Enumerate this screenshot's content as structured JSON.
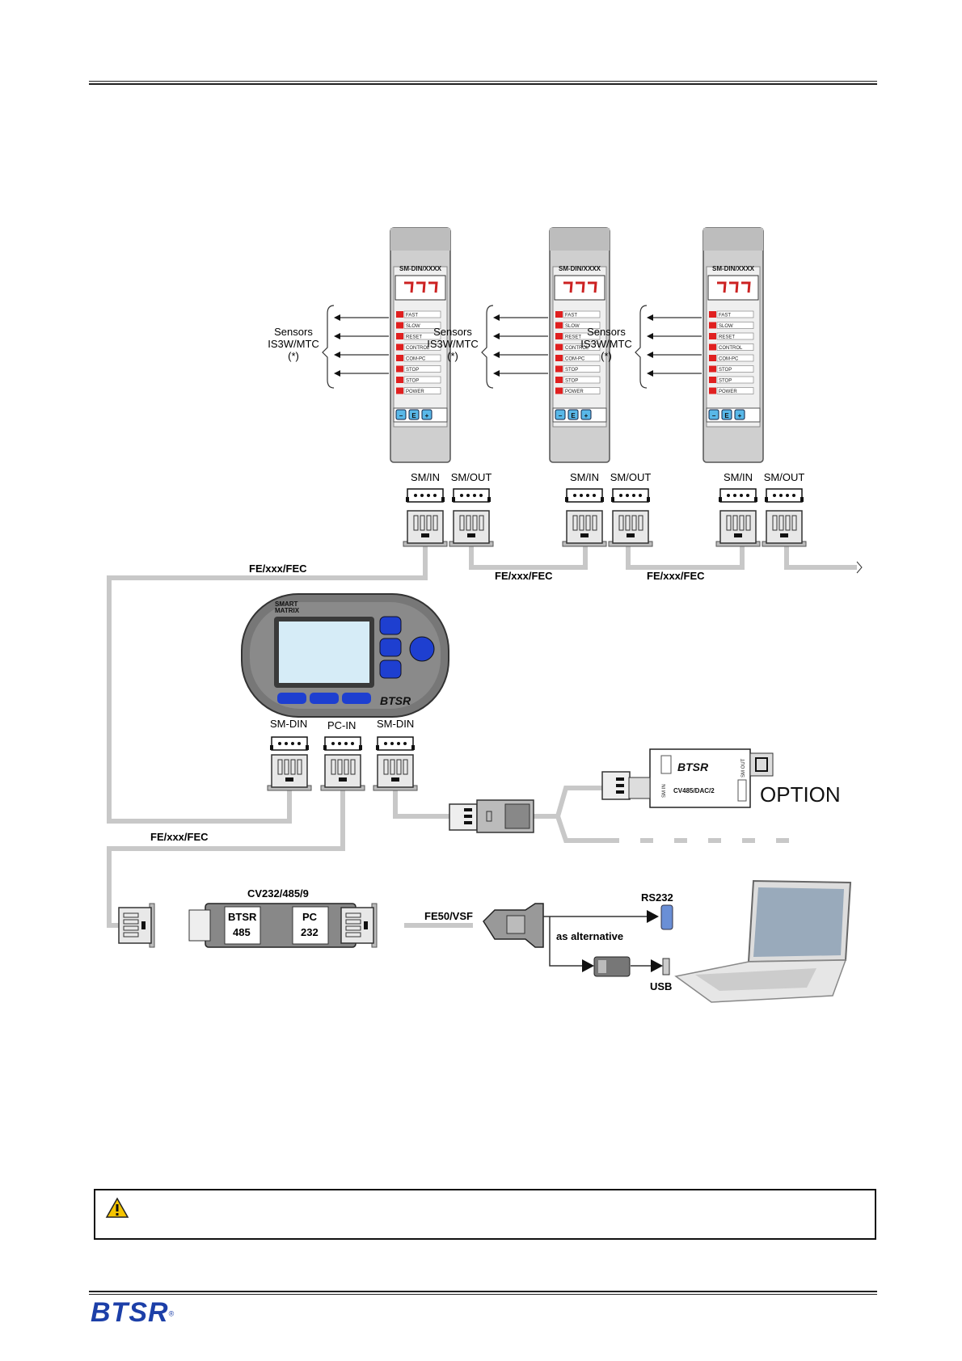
{
  "modules": [
    {
      "title": "SM-DIN/XXXX",
      "leds": [
        "FAST",
        "SLOW",
        "RESET",
        "CONTROL",
        "COM-PC",
        "STOP",
        "STOP",
        "POWER"
      ],
      "btns": [
        "−",
        "E",
        "+"
      ],
      "port_in": "SM/IN",
      "port_out": "SM/OUT",
      "sensors": [
        "Sensors",
        "IS3W/MTC",
        "(*)"
      ]
    },
    {
      "title": "SM-DIN/XXXX",
      "leds": [
        "FAST",
        "SLOW",
        "RESET",
        "CONTROL",
        "COM-PC",
        "STOP",
        "STOP",
        "POWER"
      ],
      "btns": [
        "−",
        "E",
        "+"
      ],
      "port_in": "SM/IN",
      "port_out": "SM/OUT",
      "sensors": [
        "Sensors",
        "IS3W/MTC",
        "(*)"
      ]
    },
    {
      "title": "SM-DIN/XXXX",
      "leds": [
        "FAST",
        "SLOW",
        "RESET",
        "CONTROL",
        "COM-PC",
        "STOP",
        "STOP",
        "POWER"
      ],
      "btns": [
        "−",
        "E",
        "+"
      ],
      "port_in": "SM/IN",
      "port_out": "SM/OUT",
      "sensors": [
        "Sensors",
        "IS3W/MTC",
        "(*)"
      ]
    }
  ],
  "cables": {
    "fe1": "FE/xxx/FEC",
    "fe2": "FE/xxx/FEC",
    "fe3": "FE/xxx/FEC",
    "fe4": "FE/xxx/FEC",
    "fe50": "FE50/VSF"
  },
  "smart_matrix": {
    "brand_line1": "SMART",
    "brand_line2": "MATRIX",
    "logo": "BTSR",
    "ports": [
      "SM-DIN",
      "PC-IN",
      "SM-DIN"
    ]
  },
  "converter": {
    "title": "CV232/485/9",
    "left_a": "BTSR",
    "left_b": "485",
    "right_a": "PC",
    "right_b": "232"
  },
  "option_box": {
    "logo": "BTSR",
    "model": "CV485/DAC/2",
    "side_left": "SM IN",
    "side_right": "SM OUT",
    "label": "OPTION"
  },
  "pc_links": {
    "rs232": "RS232",
    "alt": "as alternative",
    "usb": "USB"
  },
  "footer": {
    "logo": "BTSR",
    "reg": "®"
  },
  "colors": {
    "cable": "#c8c8c8",
    "module_body": "#cfcfcf",
    "led_red": "#e02020",
    "display_digits": "#cc2222",
    "accent_blue": "#1e3fd0",
    "warning": "#f5c400"
  },
  "icons": {
    "warning": "warning-icon",
    "logo": "btsr-logo-icon"
  }
}
